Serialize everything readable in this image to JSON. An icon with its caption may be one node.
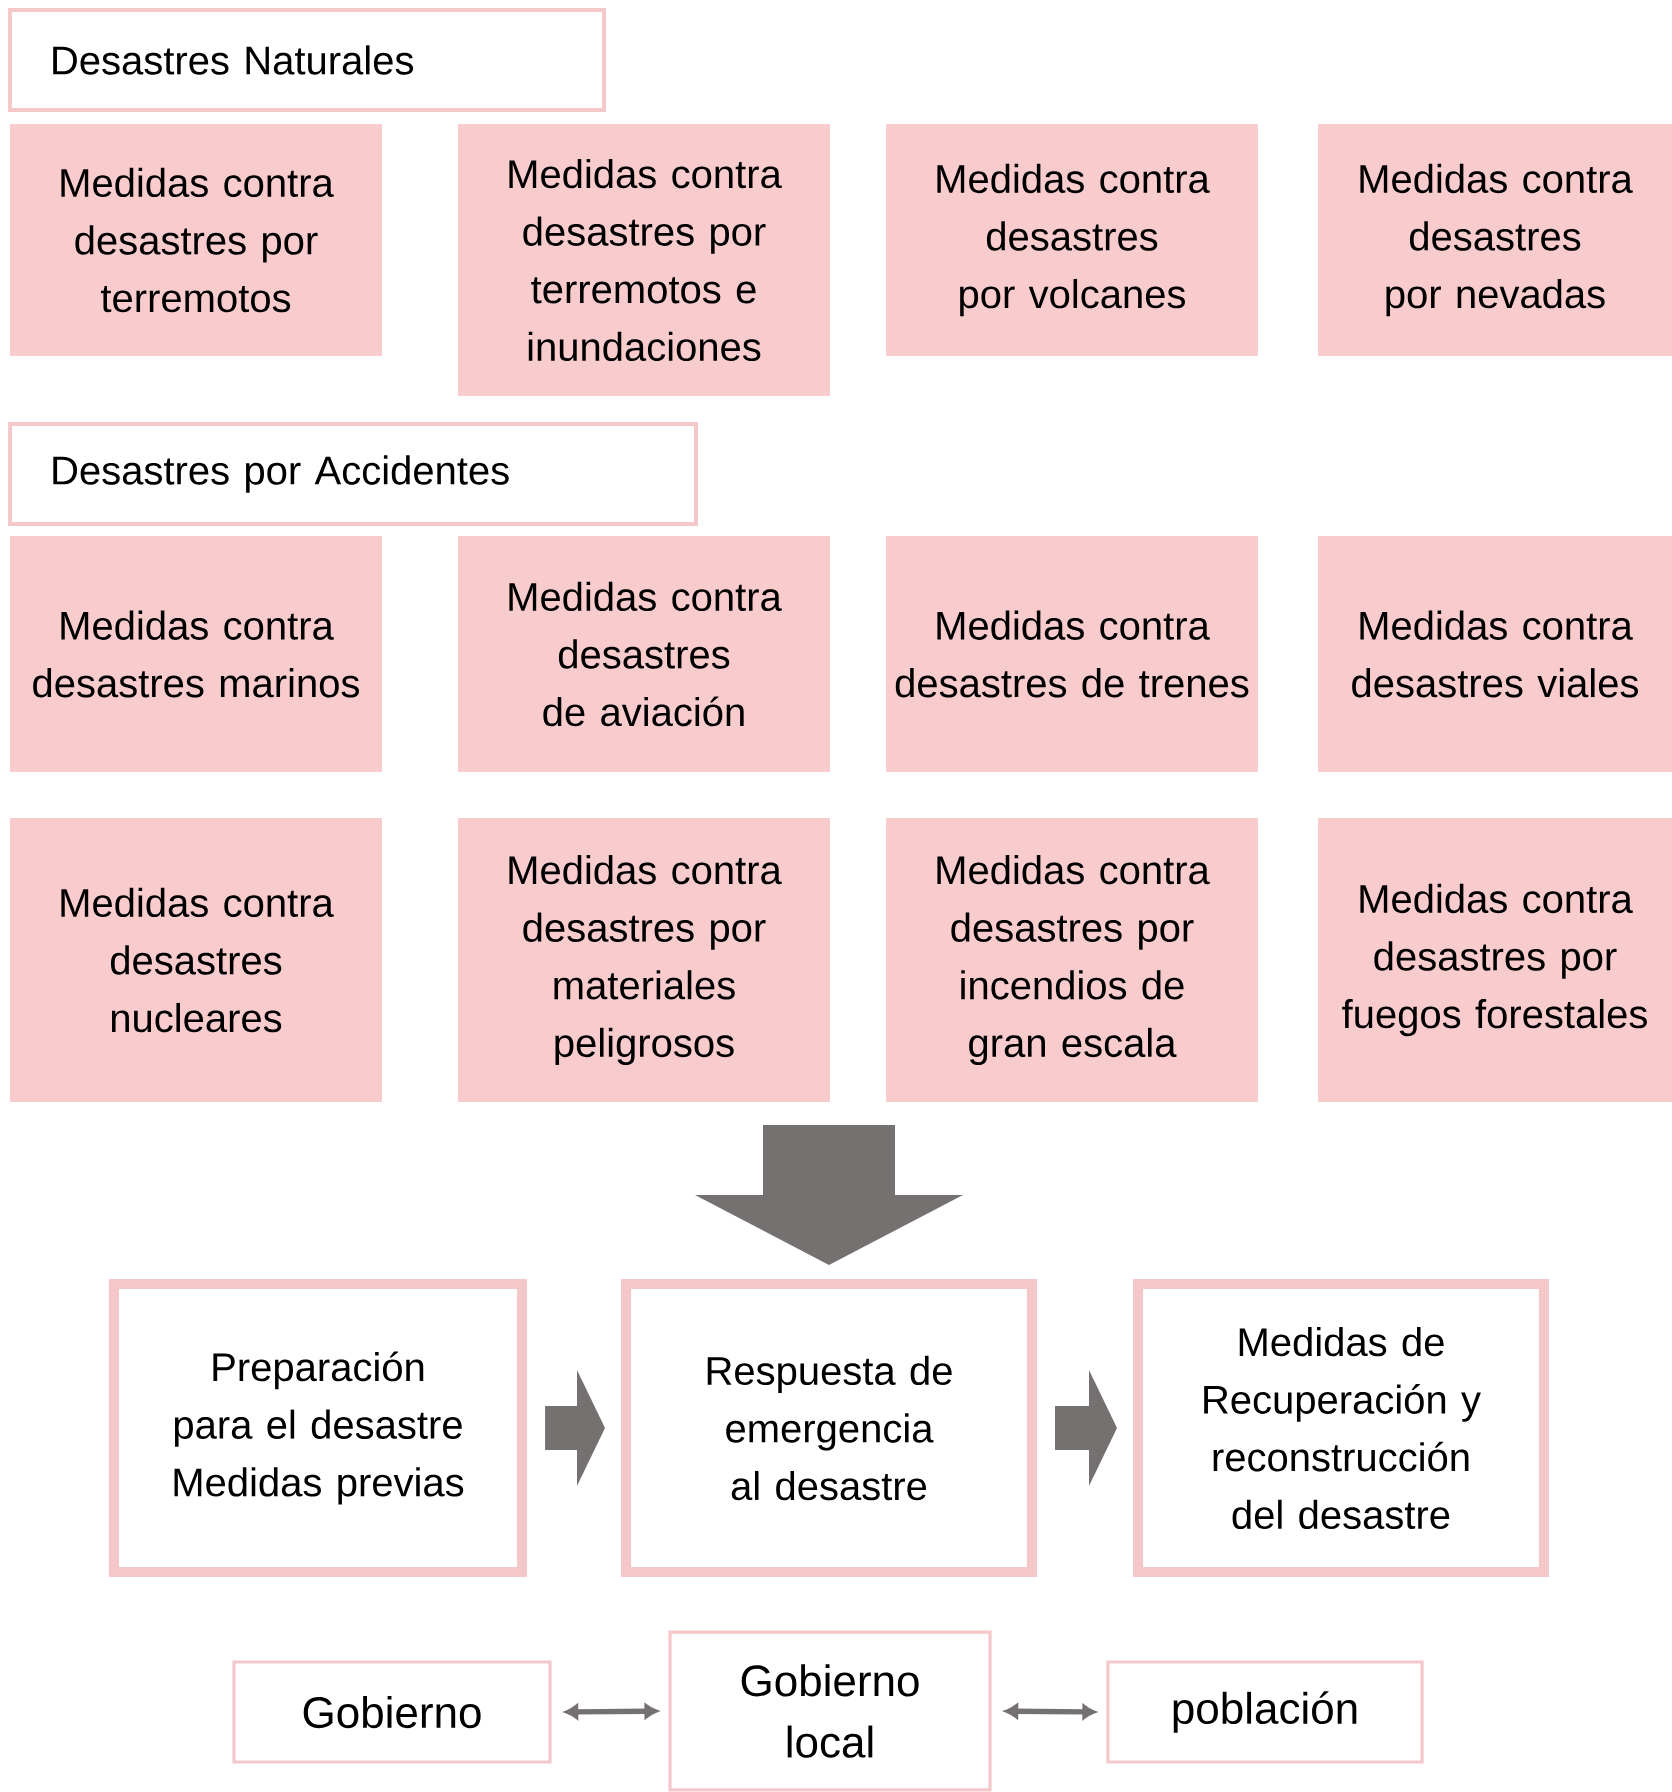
{
  "diagram": {
    "nodes": [
      {
        "text": [
          "Desastres Naturales"
        ]
      },
      {
        "text": [
          "Medidas contra desastres por terremotos"
        ]
      },
      {
        "text": [
          "Medidas contra desastres por terremotos e inundaciones"
        ]
      },
      {
        "text": [
          "Medidas contra desastres por volcanes"
        ]
      },
      {
        "text": [
          "Medidas contra desastres por nevadas"
        ]
      },
      {
        "text": [
          "Desastres por Accidentes"
        ]
      },
      {
        "text": [
          "Medidas contra desastres marinos"
        ]
      },
      {
        "text": [
          "Medidas contra desastres de aviación"
        ]
      },
      {
        "text": [
          "Medidas contra desastres de trenes"
        ]
      },
      {
        "text": [
          "Medidas contra desastres viales"
        ]
      },
      {
        "text": [
          "Medidas contra desastres nucleares"
        ]
      },
      {
        "text": [
          "Medidas contra desastres por materiales peligrosos"
        ]
      },
      {
        "text": [
          "Medidas contra desastres por incendios de gran escala"
        ]
      },
      {
        "text": [
          "Medidas contra desastres por fuegos forestales"
        ]
      },
      {
        "text": [
          "Preparación para el desastre Medidas previas"
        ]
      },
      {
        "text": [
          "Respuesta de emergencia al desastre"
        ]
      },
      {
        "text": [
          "Medidas de Recuperación y reconstrucción del desastre"
        ]
      },
      {
        "text": [
          "Gobierno"
        ]
      },
      {
        "text": [
          "Gobierno local"
        ]
      },
      {
        "text": [
          "población"
        ]
      }
    ],
    "edges": [
      {
        "from": null,
        "to": 15,
        "arrow": "to",
        "style": "thick"
      },
      {
        "from": 14,
        "to": 15,
        "arrow": "to",
        "style": "thick"
      },
      {
        "from": 15,
        "to": 16,
        "arrow": "to",
        "style": "thick"
      },
      {
        "from": 17,
        "to": 18,
        "arrow": "both"
      },
      {
        "from": 18,
        "to": 19,
        "arrow": "both"
      }
    ]
  }
}
